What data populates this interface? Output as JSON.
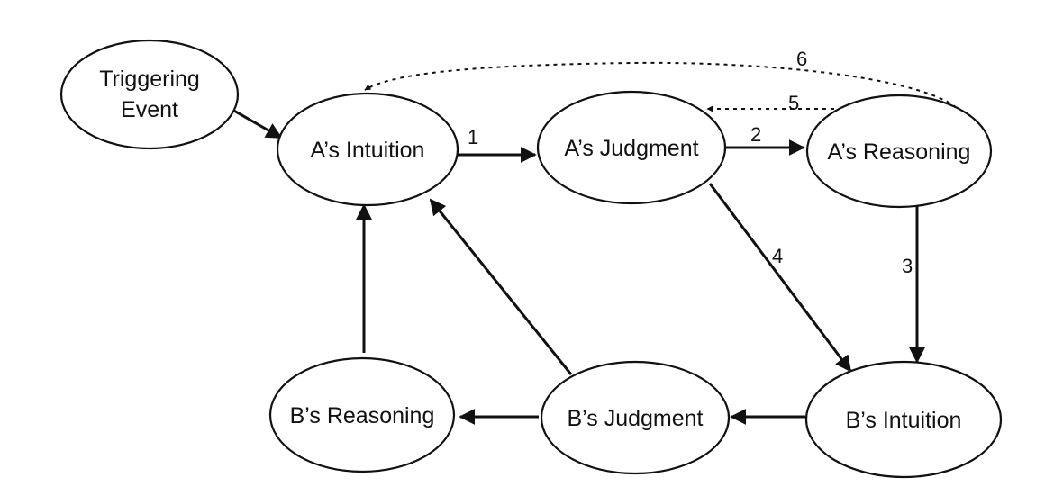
{
  "diagram": {
    "nodes": {
      "triggering_event": {
        "lines": [
          "Triggering",
          "Event"
        ]
      },
      "a_intuition": {
        "lines": [
          "A’s Intuition"
        ]
      },
      "a_judgment": {
        "lines": [
          "A’s Judgment"
        ]
      },
      "a_reasoning": {
        "lines": [
          "A’s Reasoning"
        ]
      },
      "b_reasoning": {
        "lines": [
          "B’s Reasoning"
        ]
      },
      "b_judgment": {
        "lines": [
          "B’s Judgment"
        ]
      },
      "b_intuition": {
        "lines": [
          "B’s Intuition"
        ]
      }
    },
    "edge_labels": {
      "e1": "1",
      "e2": "2",
      "e3": "3",
      "e4": "4",
      "e5": "5",
      "e6": "6"
    }
  }
}
